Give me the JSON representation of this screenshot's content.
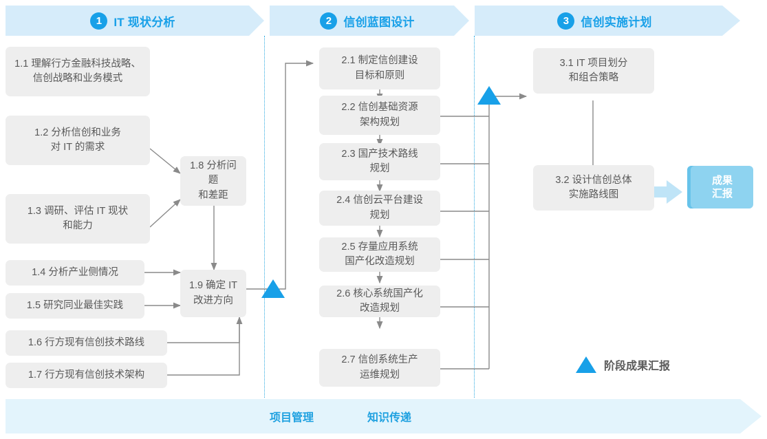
{
  "colors": {
    "band": "#d6ecfa",
    "accent": "#18a0e8",
    "box_bg": "#eeeeee",
    "box_text": "#595959",
    "deliverable_bg": "#8ed3f0",
    "deliverable_edge": "#67c3ea",
    "connector": "#8a8a8a",
    "bottom_band": "#e3f4fc"
  },
  "phases": [
    {
      "number": "1",
      "title": "IT 现状分析"
    },
    {
      "number": "2",
      "title": "信创蓝图设计"
    },
    {
      "number": "3",
      "title": "信创实施计划"
    }
  ],
  "phase1": {
    "inputs": [
      {
        "id": "1.1",
        "label": "1.1 理解行方金融科技战略、\n信创战略和业务模式"
      },
      {
        "id": "1.2",
        "label": "1.2 分析信创和业务\n对 IT 的需求"
      },
      {
        "id": "1.3",
        "label": "1.3 调研、评估 IT 现状\n和能力"
      },
      {
        "id": "1.4",
        "label": "1.4 分析产业侧情况"
      },
      {
        "id": "1.5",
        "label": "1.5 研究同业最佳实践"
      },
      {
        "id": "1.6",
        "label": "1.6 行方现有信创技术路线"
      },
      {
        "id": "1.7",
        "label": "1.7 行方现有信创技术架构"
      }
    ],
    "synthesis": [
      {
        "id": "1.8",
        "label": "1.8 分析问题\n和差距"
      },
      {
        "id": "1.9",
        "label": "1.9 确定 IT\n改进方向"
      }
    ]
  },
  "phase2": {
    "steps": [
      {
        "id": "2.1",
        "label": "2.1 制定信创建设\n目标和原则"
      },
      {
        "id": "2.2",
        "label": "2.2 信创基础资源\n架构规划"
      },
      {
        "id": "2.3",
        "label": "2.3 国产技术路线\n规划"
      },
      {
        "id": "2.4",
        "label": "2.4 信创云平台建设\n规划"
      },
      {
        "id": "2.5",
        "label": "2.5 存量应用系统\n国产化改造规划"
      },
      {
        "id": "2.6",
        "label": "2.6 核心系统国产化\n改造规划"
      },
      {
        "id": "2.7",
        "label": "2.7 信创系统生产\n运维规划"
      }
    ]
  },
  "phase3": {
    "steps": [
      {
        "id": "3.1",
        "label": "3.1 IT 项目划分\n和组合策略"
      },
      {
        "id": "3.2",
        "label": "3.2 设计信创总体\n实施路线图"
      }
    ],
    "deliverable": {
      "label": "成果\n汇报"
    }
  },
  "legend": {
    "icon": "milestone-triangle",
    "label": "阶段成果汇报"
  },
  "bottom": {
    "labels": [
      "项目管理",
      "知识传递"
    ]
  }
}
